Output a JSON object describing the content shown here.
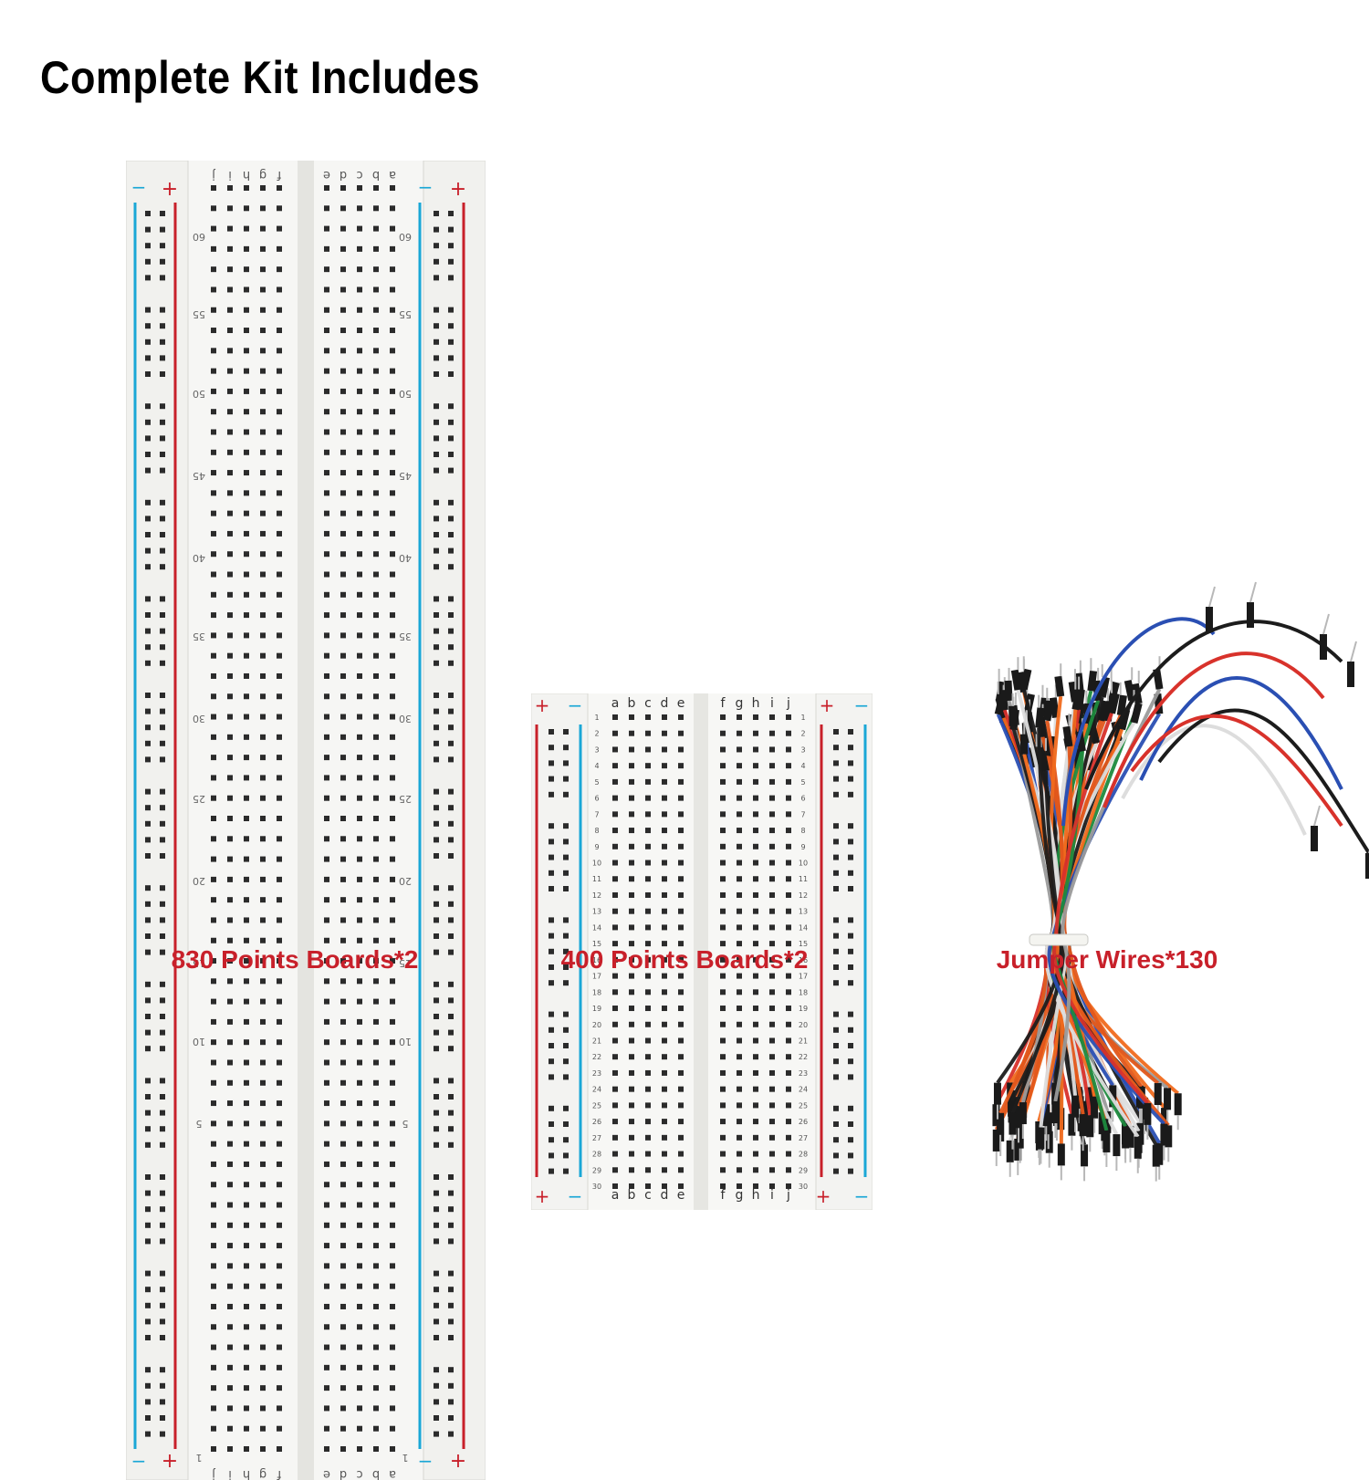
{
  "title": "Complete Kit Includes",
  "accent_color": "#c8202a",
  "rail_colors": {
    "negative": "#1aa7d6",
    "positive": "#c8202a"
  },
  "boards_830": {
    "caption": "830 Points Boards*2",
    "rows": 63,
    "column_letters_left": [
      "j",
      "i",
      "h",
      "g",
      "f"
    ],
    "column_letters_right": [
      "e",
      "d",
      "c",
      "b",
      "a"
    ],
    "row_markers": [
      "60",
      "55",
      "50",
      "45",
      "40",
      "35",
      "30",
      "25",
      "20",
      "15",
      "10",
      "5",
      "1"
    ],
    "rail_minus": "−",
    "rail_plus": "+"
  },
  "boards_400": {
    "caption": "400 Points Boards*2",
    "rows": 30,
    "column_letters_left": [
      "a",
      "b",
      "c",
      "d",
      "e"
    ],
    "column_letters_right": [
      "f",
      "g",
      "h",
      "i",
      "j"
    ],
    "rail_minus": "−",
    "rail_plus": "+"
  },
  "jumper_wires": {
    "caption": "Jumper Wires*130",
    "wire_colors": [
      "#e2571b",
      "#f06a1e",
      "#ffffff",
      "#1c1c1c",
      "#2a4fb3",
      "#1e8a3e",
      "#d8322b",
      "#9a9a9a"
    ]
  }
}
